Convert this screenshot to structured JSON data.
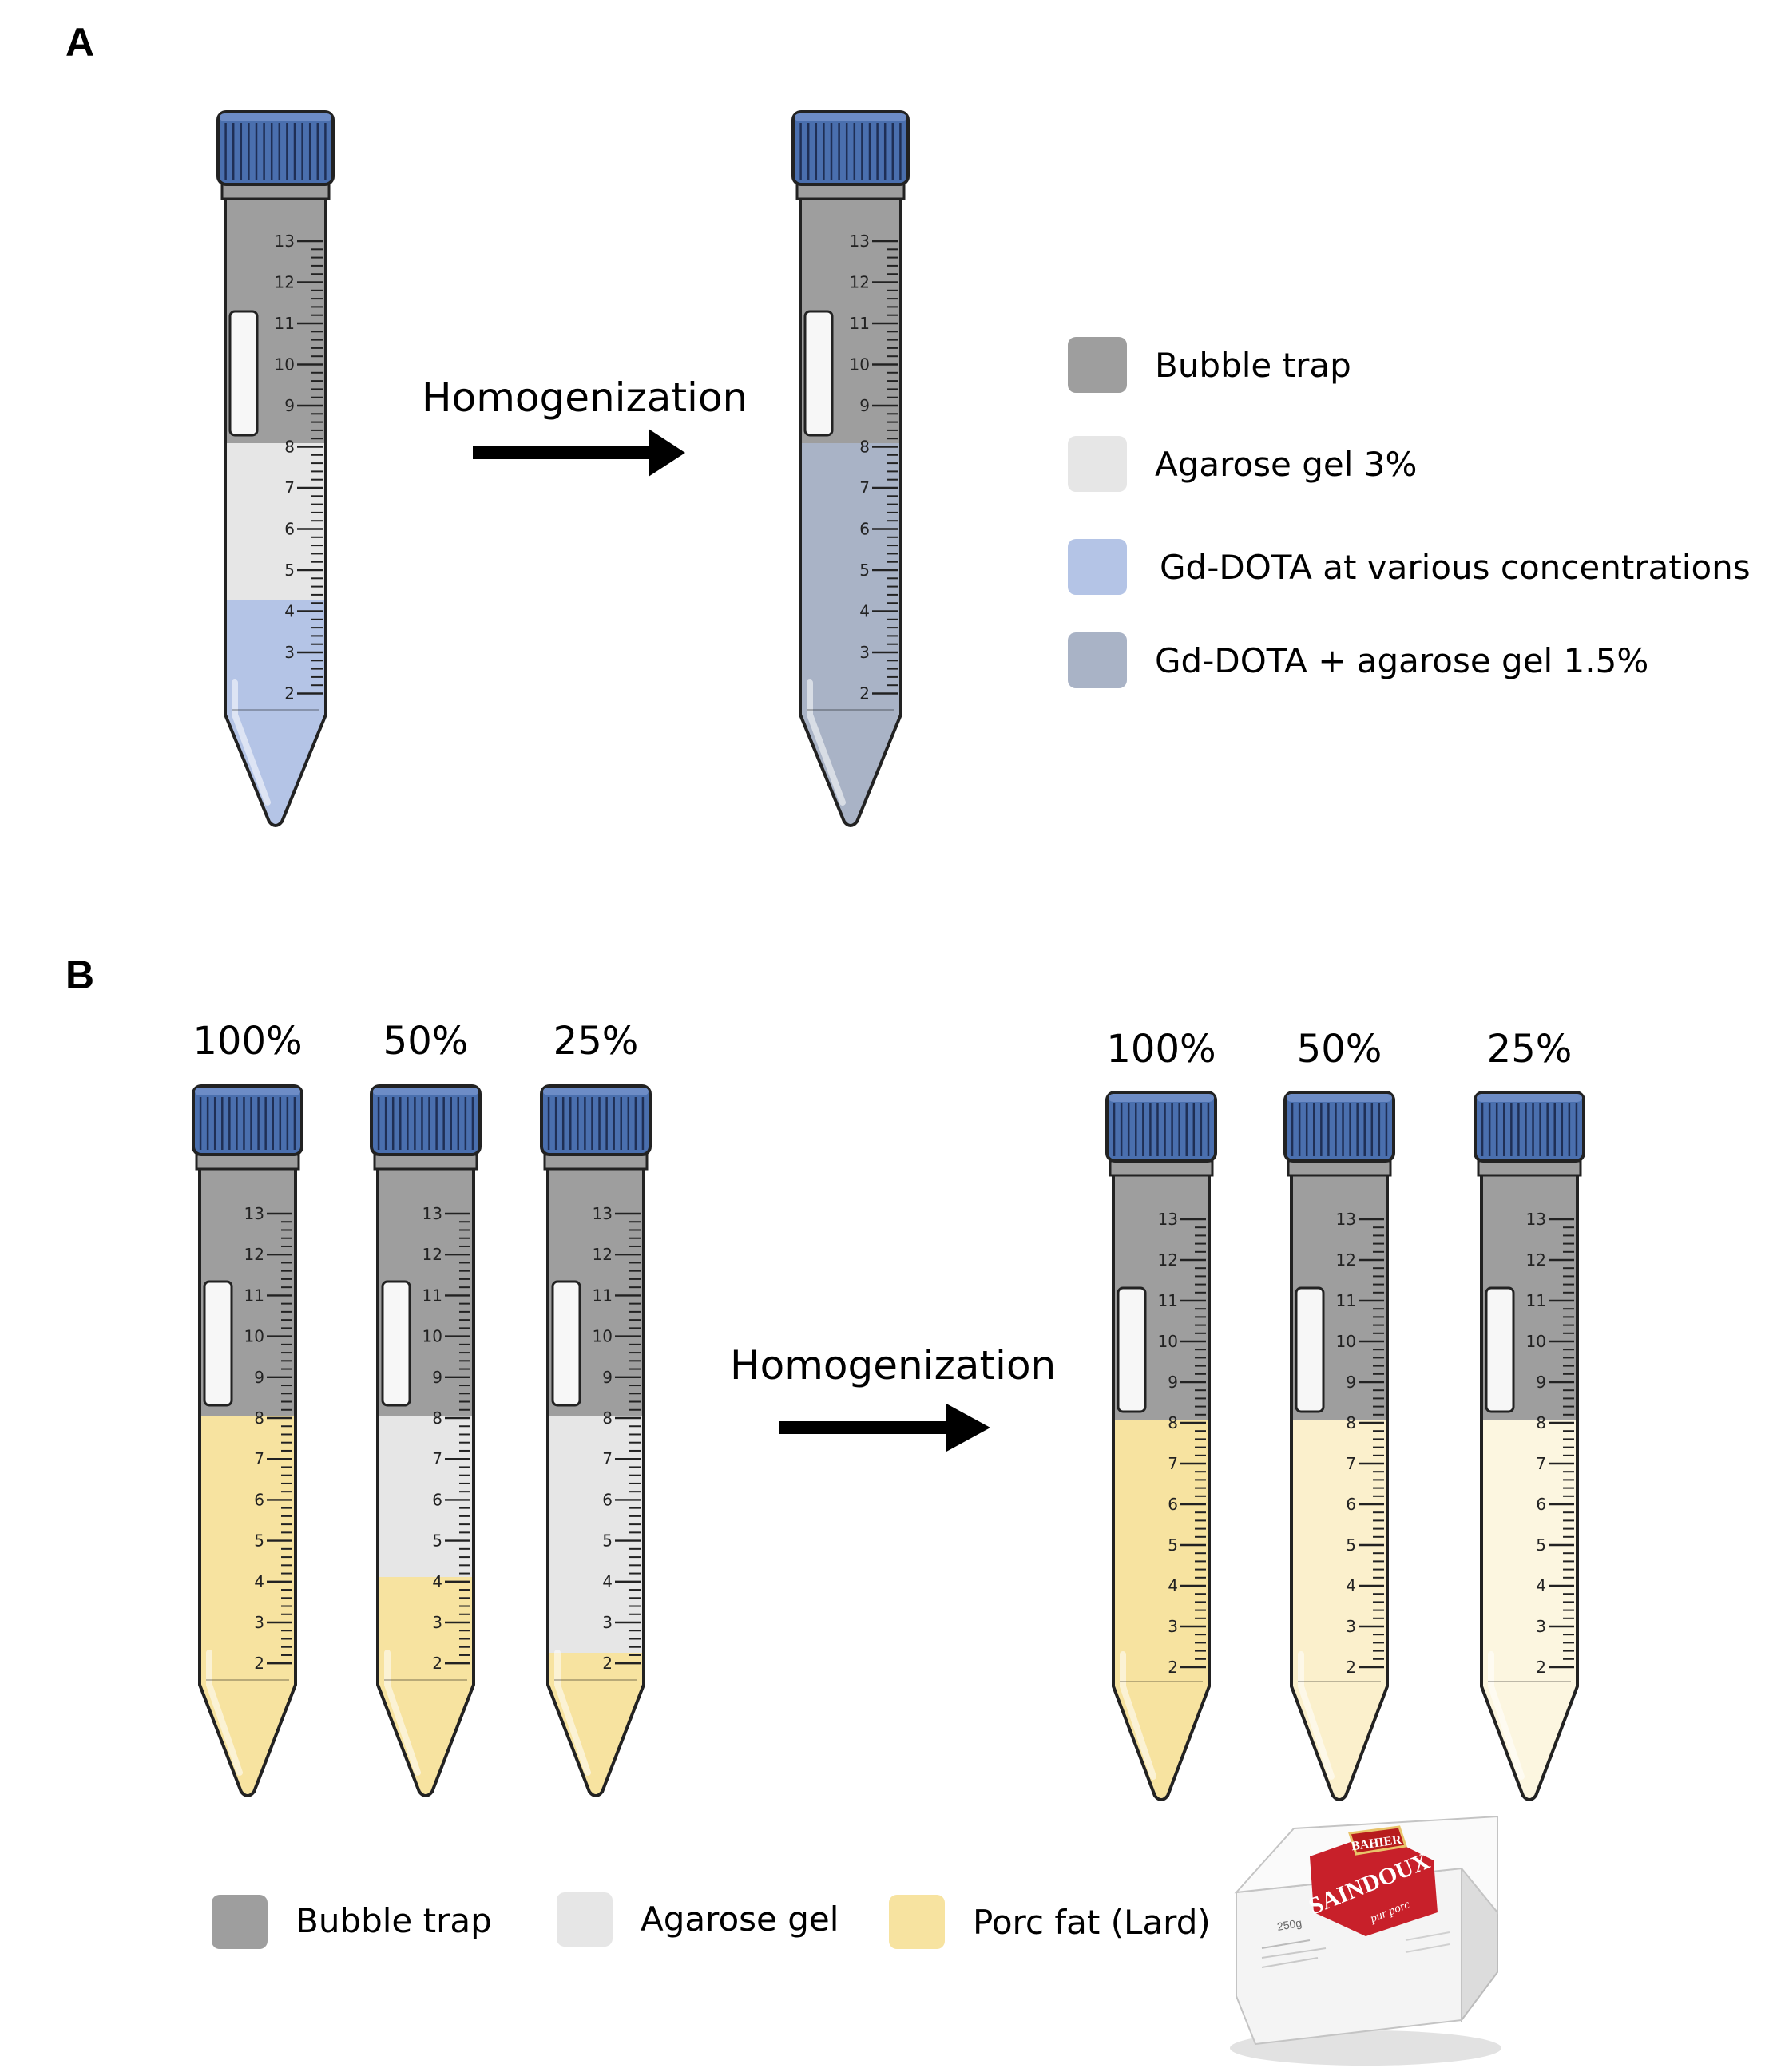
{
  "panels": {
    "A": {
      "letter": "A",
      "arrow_label": "Homogenization",
      "legend": [
        {
          "label": "Bubble trap",
          "color": "#9e9e9e"
        },
        {
          "label": "Agarose gel 3%",
          "color": "#e6e6e6"
        },
        {
          "label": "Gd-DOTA at various concentrations",
          "color": "#b4c4e6"
        },
        {
          "label": "Gd-DOTA + agarose gel 1.5%",
          "color": "#a9b3c6"
        }
      ]
    },
    "B": {
      "letter": "B",
      "arrow_label": "Homogenization",
      "before_labels": [
        "100%",
        "50%",
        "25%"
      ],
      "after_labels": [
        "100%",
        "50%",
        "25%"
      ],
      "legend": [
        {
          "label": "Bubble trap",
          "color": "#9e9e9e"
        },
        {
          "label": "Agarose gel",
          "color": "#e6e6e6"
        },
        {
          "label": "Porc fat (Lard)",
          "color": "#f7e3a0"
        }
      ],
      "product": {
        "brand": "BAHIER",
        "name": "SAINDOUX",
        "sub": "pur porc",
        "weight": "250g"
      }
    }
  },
  "tube_scale": [
    "13",
    "12",
    "11",
    "10",
    "9",
    "8",
    "7",
    "6",
    "5",
    "4",
    "3",
    "2"
  ],
  "colors": {
    "cap": "#4a6fae",
    "cap_dark": "#2f4d85",
    "bubble": "#9e9e9e",
    "agarose": "#e6e6e6",
    "gd": "#b4c4e6",
    "gd_gel": "#a9b3c6",
    "fat": "#f7e3a0",
    "fat_light": "#fbf0cc",
    "fat_lighter": "#fcf6e0"
  }
}
